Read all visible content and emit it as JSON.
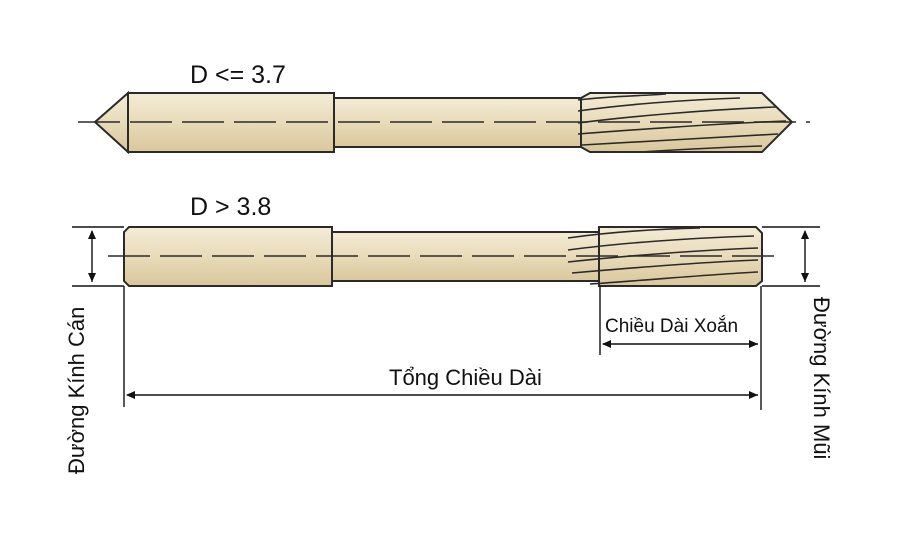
{
  "labels": {
    "top_tool": "D <= 3.7",
    "bottom_tool": "D > 3.8",
    "flute_length": "Chiều Dài Xoắn",
    "overall_length": "Tổng Chiều Dài",
    "shank_diameter": "Đường Kính Cán",
    "tip_diameter": "Đường Kính Mũi"
  },
  "colors": {
    "body": "#e6d8b4",
    "body_light": "#f3ead2",
    "outline": "#2a2a2a",
    "flute_dark": "#d3c094"
  }
}
